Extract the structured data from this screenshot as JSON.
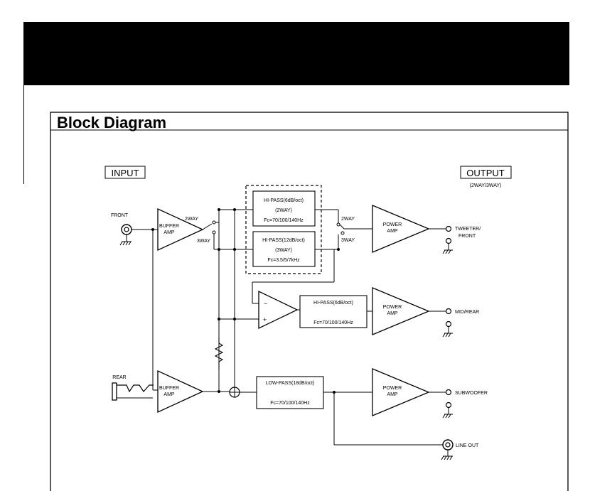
{
  "header": {
    "banner_color": "#000000"
  },
  "diagram": {
    "title": "Block Diagram",
    "input_label": "INPUT",
    "output_label": "OUTPUT",
    "output_sublabel": "(2WAY/3WAY)",
    "inputs": {
      "front": "FRONT",
      "rear": "REAR"
    },
    "buffer_amp_front": [
      "BUFFER",
      "AMP"
    ],
    "buffer_amp_rear": [
      "BUFFER",
      "AMP"
    ],
    "switch_left": {
      "two_way": "2WAY",
      "three_way": "3WAY"
    },
    "switch_right": {
      "two_way": "2WAY",
      "three_way": "3WAY"
    },
    "hipass_2way": [
      "HI-PASS(6dB/oct)",
      "(2WAY)",
      "Fc=70/100/140Hz"
    ],
    "hipass_3way": [
      "HI-PASS(12dB/oct)",
      "(3WAY)",
      "Fc=3.5/5/7kHz"
    ],
    "opamp_minus": "−",
    "opamp_plus": "+",
    "hipass_mid": [
      "HI-PASS(6dB/oct)",
      "Fc=70/100/140Hz"
    ],
    "lowpass": [
      "LOW-PASS(18dB/oct)",
      "Fc=70/100/140Hz"
    ],
    "power_amp_1": [
      "POWER",
      "AMP"
    ],
    "power_amp_2": [
      "POWER",
      "AMP"
    ],
    "power_amp_3": [
      "POWER",
      "AMP"
    ],
    "outputs": {
      "tweeter": [
        "TWEETER/",
        "FRONT"
      ],
      "mid": "MID/REAR",
      "subwoofer": "SUBWOOFER",
      "line_out": "LINE OUT"
    }
  }
}
